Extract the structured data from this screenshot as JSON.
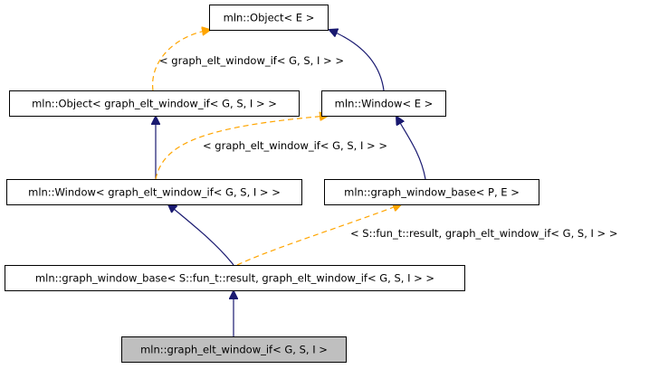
{
  "colors": {
    "inheritance_edge": "#191970",
    "template_edge": "#ffa500",
    "highlight_node": "#bfbfbf"
  },
  "nodes": {
    "object_e": "mln::Object< E >",
    "object_gew": "mln::Object< graph_elt_window_if< G, S, I > >",
    "window_e": "mln::Window< E >",
    "window_gew": "mln::Window< graph_elt_window_if< G, S, I > >",
    "graph_window_base_pe": "mln::graph_window_base< P, E >",
    "graph_window_base_full": "mln::graph_window_base< S::fun_t::result, graph_elt_window_if< G, S, I > >",
    "graph_elt_window_if": "mln::graph_elt_window_if< G, S, I >"
  },
  "edge_labels": {
    "object_template": "< graph_elt_window_if< G, S, I > >",
    "window_template": "< graph_elt_window_if< G, S, I > >",
    "graph_window_base_template": "< S::fun_t::result, graph_elt_window_if< G, S, I > >"
  }
}
